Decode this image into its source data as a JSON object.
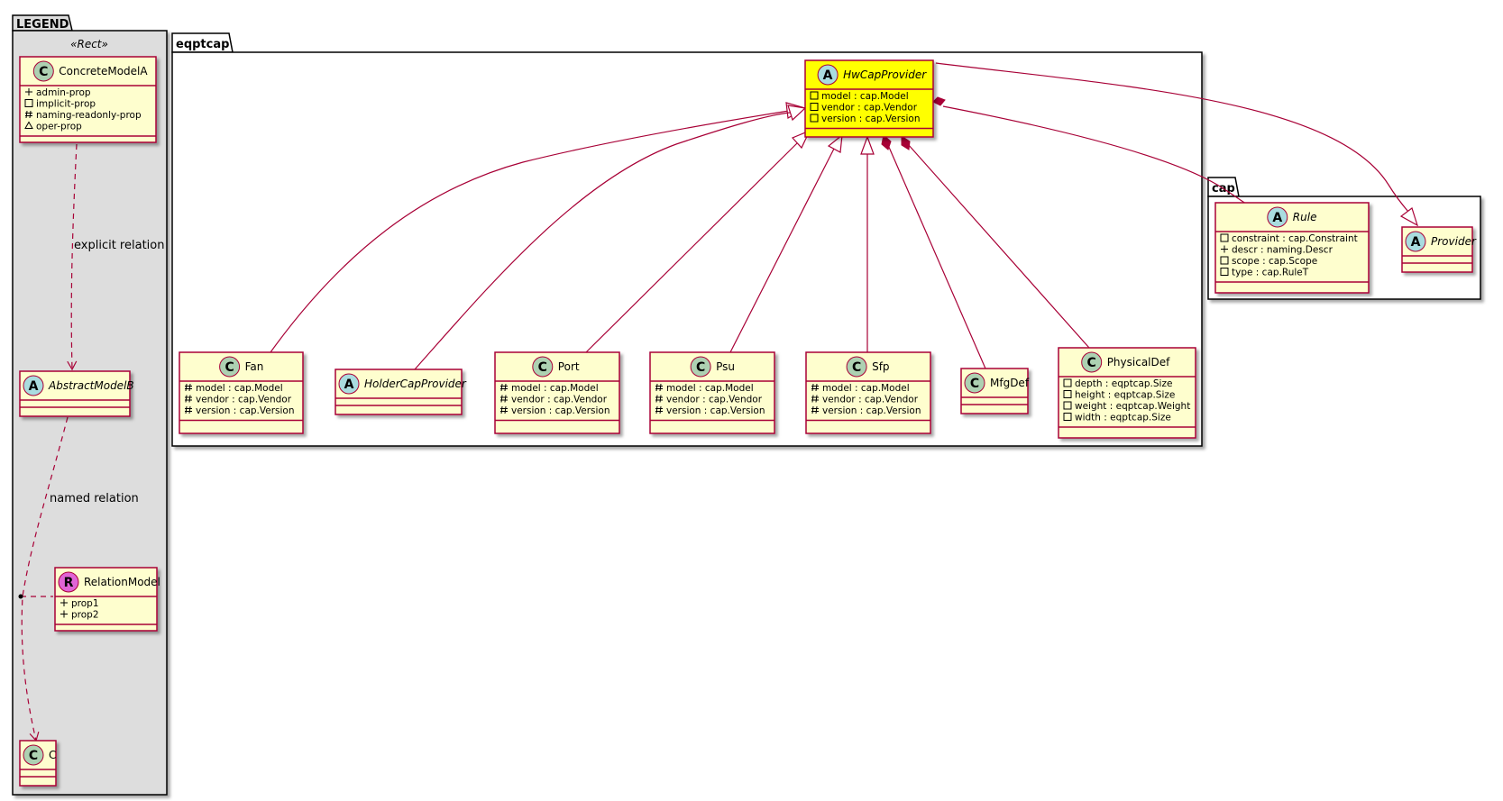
{
  "packages": {
    "legend": {
      "title": "LEGEND"
    },
    "eqptcap": {
      "title": "eqptcap"
    },
    "cap": {
      "title": "cap"
    }
  },
  "legend": {
    "stereotype": "«Rect»",
    "explicit_relation_label": "explicit relation",
    "named_relation_label": "named relation"
  },
  "classes": [
    {
      "id": "ConcreteModelA",
      "kind": "C",
      "name": "ConcreteModelA",
      "abstract": false,
      "attrs": [
        {
          "vis": "+",
          "text": "admin-prop"
        },
        {
          "vis": "-",
          "text": "implicit-prop"
        },
        {
          "vis": "#",
          "text": "naming-readonly-prop"
        },
        {
          "vis": "~",
          "text": "oper-prop"
        }
      ]
    },
    {
      "id": "AbstractModelB",
      "kind": "A",
      "name": "AbstractModelB",
      "abstract": true,
      "attrs": []
    },
    {
      "id": "RelationModel",
      "kind": "R",
      "name": "RelationModel",
      "abstract": false,
      "attrs": [
        {
          "vis": "+",
          "text": "prop1"
        },
        {
          "vis": "+",
          "text": "prop2"
        }
      ]
    },
    {
      "id": "C",
      "kind": "C",
      "name": "C",
      "abstract": false,
      "attrs": []
    },
    {
      "id": "HwCapProvider",
      "kind": "A",
      "name": "HwCapProvider",
      "abstract": true,
      "highlight": true,
      "attrs": [
        {
          "vis": "-",
          "text": "model : cap.Model"
        },
        {
          "vis": "-",
          "text": "vendor : cap.Vendor"
        },
        {
          "vis": "-",
          "text": "version : cap.Version"
        }
      ]
    },
    {
      "id": "Fan",
      "kind": "C",
      "name": "Fan",
      "abstract": false,
      "attrs": [
        {
          "vis": "#",
          "text": "model : cap.Model"
        },
        {
          "vis": "#",
          "text": "vendor : cap.Vendor"
        },
        {
          "vis": "#",
          "text": "version : cap.Version"
        }
      ]
    },
    {
      "id": "HolderCapProvider",
      "kind": "A",
      "name": "HolderCapProvider",
      "abstract": true,
      "attrs": []
    },
    {
      "id": "Port",
      "kind": "C",
      "name": "Port",
      "abstract": false,
      "attrs": [
        {
          "vis": "#",
          "text": "model : cap.Model"
        },
        {
          "vis": "#",
          "text": "vendor : cap.Vendor"
        },
        {
          "vis": "#",
          "text": "version : cap.Version"
        }
      ]
    },
    {
      "id": "Psu",
      "kind": "C",
      "name": "Psu",
      "abstract": false,
      "attrs": [
        {
          "vis": "#",
          "text": "model : cap.Model"
        },
        {
          "vis": "#",
          "text": "vendor : cap.Vendor"
        },
        {
          "vis": "#",
          "text": "version : cap.Version"
        }
      ]
    },
    {
      "id": "Sfp",
      "kind": "C",
      "name": "Sfp",
      "abstract": false,
      "attrs": [
        {
          "vis": "#",
          "text": "model : cap.Model"
        },
        {
          "vis": "#",
          "text": "vendor : cap.Vendor"
        },
        {
          "vis": "#",
          "text": "version : cap.Version"
        }
      ]
    },
    {
      "id": "MfgDef",
      "kind": "C",
      "name": "MfgDef",
      "abstract": false,
      "attrs": []
    },
    {
      "id": "PhysicalDef",
      "kind": "C",
      "name": "PhysicalDef",
      "abstract": false,
      "attrs": [
        {
          "vis": "-",
          "text": "depth : eqptcap.Size"
        },
        {
          "vis": "-",
          "text": "height : eqptcap.Size"
        },
        {
          "vis": "-",
          "text": "weight : eqptcap.Weight"
        },
        {
          "vis": "-",
          "text": "width : eqptcap.Size"
        }
      ]
    },
    {
      "id": "Rule",
      "kind": "A",
      "name": "Rule",
      "abstract": true,
      "attrs": [
        {
          "vis": "-",
          "text": "constraint : cap.Constraint"
        },
        {
          "vis": "+",
          "text": "descr : naming.Descr"
        },
        {
          "vis": "-",
          "text": "scope : cap.Scope"
        },
        {
          "vis": "-",
          "text": "type : cap.RuleT"
        }
      ]
    },
    {
      "id": "Provider",
      "kind": "A",
      "name": "Provider",
      "abstract": true,
      "attrs": []
    }
  ],
  "relations": [
    {
      "from": "Fan",
      "to": "HwCapProvider",
      "type": "inheritance"
    },
    {
      "from": "HolderCapProvider",
      "to": "HwCapProvider",
      "type": "inheritance"
    },
    {
      "from": "Port",
      "to": "HwCapProvider",
      "type": "inheritance"
    },
    {
      "from": "Psu",
      "to": "HwCapProvider",
      "type": "inheritance"
    },
    {
      "from": "Sfp",
      "to": "HwCapProvider",
      "type": "inheritance"
    },
    {
      "from": "HwCapProvider",
      "to": "MfgDef",
      "type": "composition"
    },
    {
      "from": "HwCapProvider",
      "to": "PhysicalDef",
      "type": "composition"
    },
    {
      "from": "HwCapProvider",
      "to": "Rule",
      "type": "composition"
    },
    {
      "from": "HwCapProvider",
      "to": "Provider",
      "type": "inheritance"
    },
    {
      "from": "ConcreteModelA",
      "to": "AbstractModelB",
      "type": "dependency",
      "label": "explicit relation"
    },
    {
      "from": "AbstractModelB",
      "to": "C",
      "type": "dependency",
      "label": "named relation",
      "association_class": "RelationModel"
    }
  ]
}
